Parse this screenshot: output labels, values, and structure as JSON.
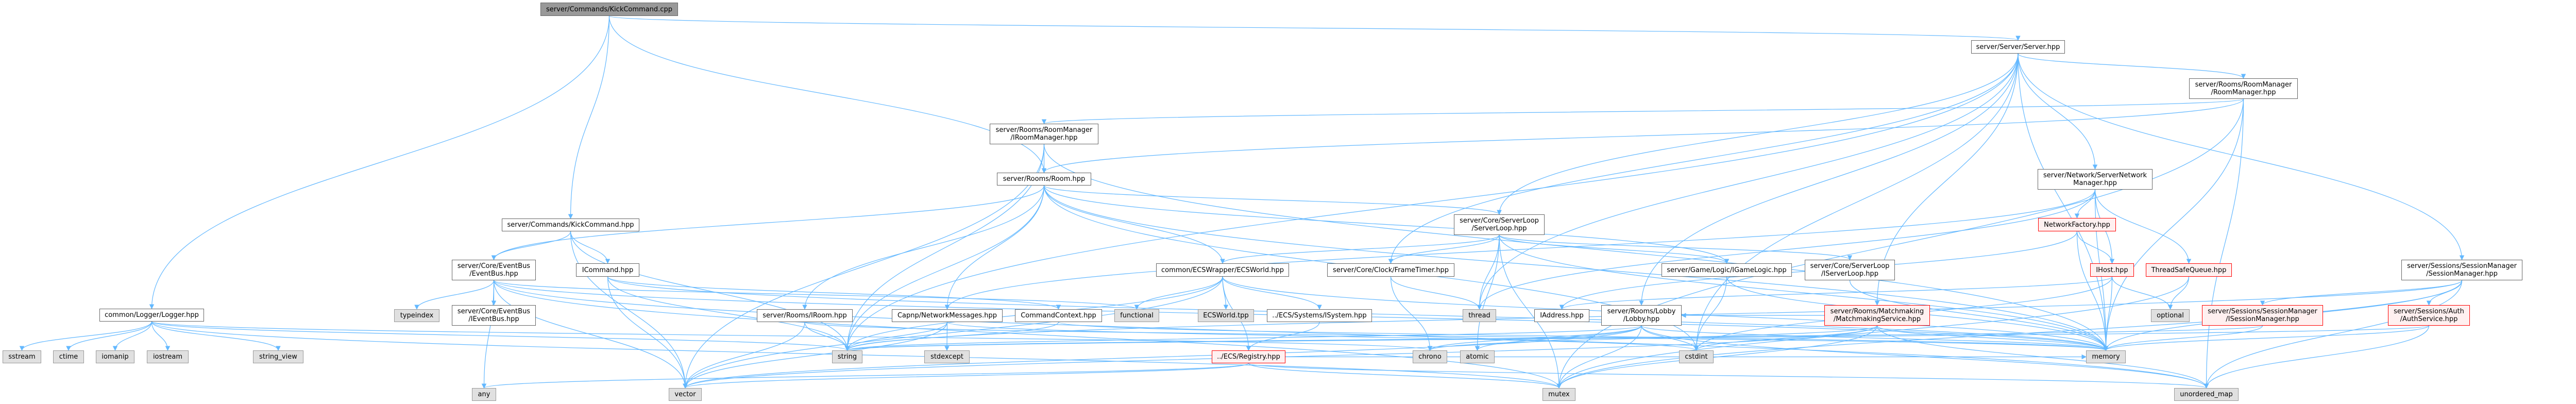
{
  "graph": {
    "edge_color": "#63b8ff",
    "node_kinds": {
      "root": {
        "fill": "#999999",
        "border": "#666666"
      },
      "normal": {
        "fill": "#ffffff",
        "border": "#666666"
      },
      "external": {
        "fill": "#e0e0e0",
        "border": "#999999"
      },
      "incomplete": {
        "fill": "#fff0f0",
        "border": "#ff0000"
      }
    }
  },
  "nodes": [
    {
      "id": "root",
      "label": "server/Commands/KickCommand.cpp",
      "kind": "root"
    },
    {
      "id": "logger",
      "label": "common/Logger/Logger.hpp",
      "kind": "normal"
    },
    {
      "id": "sstream",
      "label": "sstream",
      "kind": "external"
    },
    {
      "id": "ctime",
      "label": "ctime",
      "kind": "external"
    },
    {
      "id": "iomanip",
      "label": "iomanip",
      "kind": "external"
    },
    {
      "id": "iostream",
      "label": "iostream",
      "kind": "external"
    },
    {
      "id": "string_view",
      "label": "string_view",
      "kind": "external"
    },
    {
      "id": "kickhpp",
      "label": "server/Commands/KickCommand.hpp",
      "kind": "normal"
    },
    {
      "id": "eventbus",
      "label": "server/Core/EventBus\n/EventBus.hpp",
      "kind": "normal"
    },
    {
      "id": "typeindex",
      "label": "typeindex",
      "kind": "external"
    },
    {
      "id": "ieventbus",
      "label": "server/Core/EventBus\n/IEventBus.hpp",
      "kind": "normal"
    },
    {
      "id": "icommand",
      "label": "ICommand.hpp",
      "kind": "normal"
    },
    {
      "id": "any",
      "label": "any",
      "kind": "external"
    },
    {
      "id": "iroom",
      "label": "server/Rooms/IRoom.hpp",
      "kind": "normal"
    },
    {
      "id": "capnp",
      "label": "Capnp/NetworkMessages.hpp",
      "kind": "normal"
    },
    {
      "id": "string",
      "label": "string",
      "kind": "external"
    },
    {
      "id": "stdexcept",
      "label": "stdexcept",
      "kind": "external"
    },
    {
      "id": "vector",
      "label": "vector",
      "kind": "external"
    },
    {
      "id": "iroommanager",
      "label": "server/Rooms/RoomManager\n/IRoomManager.hpp",
      "kind": "normal"
    },
    {
      "id": "room",
      "label": "server/Rooms/Room.hpp",
      "kind": "normal"
    },
    {
      "id": "ecsworld",
      "label": "common/ECSWrapper/ECSWorld.hpp",
      "kind": "normal"
    },
    {
      "id": "commandcontext",
      "label": "CommandContext.hpp",
      "kind": "normal"
    },
    {
      "id": "functional",
      "label": "functional",
      "kind": "external"
    },
    {
      "id": "ecsworldtpp",
      "label": "ECSWorld.tpp",
      "kind": "external"
    },
    {
      "id": "isystem",
      "label": "../ECS/Systems/ISystem.hpp",
      "kind": "normal"
    },
    {
      "id": "registry",
      "label": "../ECS/Registry.hpp",
      "kind": "incomplete"
    },
    {
      "id": "serverloop",
      "label": "server/Core/ServerLoop\n/ServerLoop.hpp",
      "kind": "normal"
    },
    {
      "id": "frametimer",
      "label": "server/Core/Clock/FrameTimer.hpp",
      "kind": "normal"
    },
    {
      "id": "thread",
      "label": "thread",
      "kind": "external"
    },
    {
      "id": "iaddress",
      "label": "IAddress.hpp",
      "kind": "normal"
    },
    {
      "id": "lobby",
      "label": "server/Rooms/Lobby\n/Lobby.hpp",
      "kind": "normal"
    },
    {
      "id": "chrono",
      "label": "chrono",
      "kind": "external"
    },
    {
      "id": "atomic",
      "label": "atomic",
      "kind": "external"
    },
    {
      "id": "mutex",
      "label": "mutex",
      "kind": "external"
    },
    {
      "id": "igamelogic",
      "label": "server/Game/Logic/IGameLogic.hpp",
      "kind": "normal"
    },
    {
      "id": "iserverloop",
      "label": "server/Core/ServerLoop\n/IServerLoop.hpp",
      "kind": "normal"
    },
    {
      "id": "matchmaking",
      "label": "server/Rooms/Matchmaking\n/MatchmakingService.hpp",
      "kind": "incomplete"
    },
    {
      "id": "cstdint",
      "label": "cstdint",
      "kind": "external"
    },
    {
      "id": "server",
      "label": "server/Server/Server.hpp",
      "kind": "normal"
    },
    {
      "id": "roommanager",
      "label": "server/Rooms/RoomManager\n/RoomManager.hpp",
      "kind": "normal"
    },
    {
      "id": "snm",
      "label": "server/Network/ServerNetwork\nManager.hpp",
      "kind": "normal"
    },
    {
      "id": "netfactory",
      "label": "NetworkFactory.hpp",
      "kind": "incomplete"
    },
    {
      "id": "ihost",
      "label": "IHost.hpp",
      "kind": "incomplete"
    },
    {
      "id": "tsq",
      "label": "ThreadSafeQueue.hpp",
      "kind": "incomplete"
    },
    {
      "id": "optional",
      "label": "optional",
      "kind": "external"
    },
    {
      "id": "isessionmanager",
      "label": "server/Sessions/SessionManager\n/ISessionManager.hpp",
      "kind": "incomplete"
    },
    {
      "id": "memory",
      "label": "memory",
      "kind": "external"
    },
    {
      "id": "unordered_map",
      "label": "unordered_map",
      "kind": "external"
    },
    {
      "id": "sessionmanager",
      "label": "server/Sessions/SessionManager\n/SessionManager.hpp",
      "kind": "normal"
    },
    {
      "id": "authservice",
      "label": "server/Sessions/Auth\n/AuthService.hpp",
      "kind": "incomplete"
    }
  ],
  "edges": [
    [
      "root",
      "logger"
    ],
    [
      "root",
      "kickhpp"
    ],
    [
      "root",
      "room"
    ],
    [
      "root",
      "server"
    ],
    [
      "logger",
      "sstream"
    ],
    [
      "logger",
      "ctime"
    ],
    [
      "logger",
      "iomanip"
    ],
    [
      "logger",
      "iostream"
    ],
    [
      "logger",
      "string_view"
    ],
    [
      "logger",
      "string"
    ],
    [
      "logger",
      "chrono"
    ],
    [
      "logger",
      "mutex"
    ],
    [
      "kickhpp",
      "icommand"
    ],
    [
      "kickhpp",
      "eventbus"
    ],
    [
      "kickhpp",
      "string"
    ],
    [
      "kickhpp",
      "vector"
    ],
    [
      "icommand",
      "commandcontext"
    ],
    [
      "icommand",
      "string"
    ],
    [
      "icommand",
      "vector"
    ],
    [
      "icommand",
      "memory"
    ],
    [
      "eventbus",
      "typeindex"
    ],
    [
      "eventbus",
      "ieventbus"
    ],
    [
      "eventbus",
      "any"
    ],
    [
      "eventbus",
      "functional"
    ],
    [
      "eventbus",
      "vector"
    ],
    [
      "eventbus",
      "mutex"
    ],
    [
      "eventbus",
      "unordered_map"
    ],
    [
      "eventbus",
      "memory"
    ],
    [
      "iroommanager",
      "room"
    ],
    [
      "iroommanager",
      "memory"
    ],
    [
      "iroommanager",
      "string"
    ],
    [
      "iroommanager",
      "vector"
    ],
    [
      "room",
      "iroom"
    ],
    [
      "room",
      "ecsworld"
    ],
    [
      "room",
      "serverloop"
    ],
    [
      "room",
      "eventbus"
    ],
    [
      "room",
      "capnp"
    ],
    [
      "room",
      "igamelogic"
    ],
    [
      "room",
      "memory"
    ],
    [
      "room",
      "string"
    ],
    [
      "room",
      "cstdint"
    ],
    [
      "serverloop",
      "ecsworld"
    ],
    [
      "serverloop",
      "frametimer"
    ],
    [
      "serverloop",
      "thread"
    ],
    [
      "serverloop",
      "atomic"
    ],
    [
      "serverloop",
      "mutex"
    ],
    [
      "serverloop",
      "igamelogic"
    ],
    [
      "serverloop",
      "iserverloop"
    ],
    [
      "serverloop",
      "memory"
    ],
    [
      "frametimer",
      "chrono"
    ],
    [
      "frametimer",
      "thread"
    ],
    [
      "ecsworld",
      "functional"
    ],
    [
      "ecsworld",
      "ecsworldtpp"
    ],
    [
      "ecsworld",
      "registry"
    ],
    [
      "ecsworld",
      "isystem"
    ],
    [
      "ecsworld",
      "memory"
    ],
    [
      "ecsworld",
      "string"
    ],
    [
      "ecsworld",
      "vector"
    ],
    [
      "isystem",
      "registry"
    ],
    [
      "registry",
      "vector"
    ],
    [
      "registry",
      "mutex"
    ],
    [
      "registry",
      "unordered_map"
    ],
    [
      "registry",
      "memory"
    ],
    [
      "registry",
      "any"
    ],
    [
      "iroom",
      "string"
    ],
    [
      "iroom",
      "vector"
    ],
    [
      "iroom",
      "memory"
    ],
    [
      "capnp",
      "string"
    ],
    [
      "capnp",
      "stdexcept"
    ],
    [
      "capnp",
      "vector"
    ],
    [
      "capnp",
      "cstdint"
    ],
    [
      "commandcontext",
      "string"
    ],
    [
      "commandcontext",
      "memory"
    ],
    [
      "igamelogic",
      "cstdint"
    ],
    [
      "igamelogic",
      "memory"
    ],
    [
      "iserverloop",
      "memory"
    ],
    [
      "lobby",
      "cstdint"
    ],
    [
      "lobby",
      "string"
    ],
    [
      "lobby",
      "vector"
    ],
    [
      "lobby",
      "mutex"
    ],
    [
      "lobby",
      "chrono"
    ],
    [
      "lobby",
      "atomic"
    ],
    [
      "lobby",
      "memory"
    ],
    [
      "lobby",
      "unordered_map"
    ],
    [
      "matchmaking",
      "lobby"
    ],
    [
      "matchmaking",
      "cstdint"
    ],
    [
      "matchmaking",
      "memory"
    ],
    [
      "matchmaking",
      "mutex"
    ],
    [
      "matchmaking",
      "vector"
    ],
    [
      "matchmaking",
      "unordered_map"
    ],
    [
      "matchmaking",
      "chrono"
    ],
    [
      "server",
      "roommanager"
    ],
    [
      "server",
      "snm"
    ],
    [
      "server",
      "sessionmanager"
    ],
    [
      "server",
      "lobby"
    ],
    [
      "server",
      "matchmaking"
    ],
    [
      "server",
      "memory"
    ],
    [
      "server",
      "serverloop"
    ],
    [
      "server",
      "frametimer"
    ],
    [
      "server",
      "thread"
    ],
    [
      "server",
      "cstdint"
    ],
    [
      "server",
      "string"
    ],
    [
      "roommanager",
      "iroommanager"
    ],
    [
      "roommanager",
      "room"
    ],
    [
      "roommanager",
      "memory"
    ],
    [
      "roommanager",
      "unordered_map"
    ],
    [
      "roommanager",
      "mutex"
    ],
    [
      "snm",
      "netfactory"
    ],
    [
      "snm",
      "ihost"
    ],
    [
      "snm",
      "tsq"
    ],
    [
      "snm",
      "capnp"
    ],
    [
      "snm",
      "memory"
    ],
    [
      "snm",
      "thread"
    ],
    [
      "netfactory",
      "ihost"
    ],
    [
      "netfactory",
      "iaddress"
    ],
    [
      "netfactory",
      "memory"
    ],
    [
      "ihost",
      "optional"
    ],
    [
      "ihost",
      "memory"
    ],
    [
      "ihost",
      "iaddress"
    ],
    [
      "ihost",
      "cstdint"
    ],
    [
      "tsq",
      "optional"
    ],
    [
      "tsq",
      "mutex"
    ],
    [
      "sessionmanager",
      "isessionmanager"
    ],
    [
      "sessionmanager",
      "authservice"
    ],
    [
      "sessionmanager",
      "memory"
    ],
    [
      "sessionmanager",
      "unordered_map"
    ],
    [
      "sessionmanager",
      "mutex"
    ],
    [
      "sessionmanager",
      "string"
    ],
    [
      "isessionmanager",
      "memory"
    ],
    [
      "isessionmanager",
      "string"
    ],
    [
      "authservice",
      "memory"
    ],
    [
      "authservice",
      "string"
    ],
    [
      "authservice",
      "unordered_map"
    ]
  ]
}
